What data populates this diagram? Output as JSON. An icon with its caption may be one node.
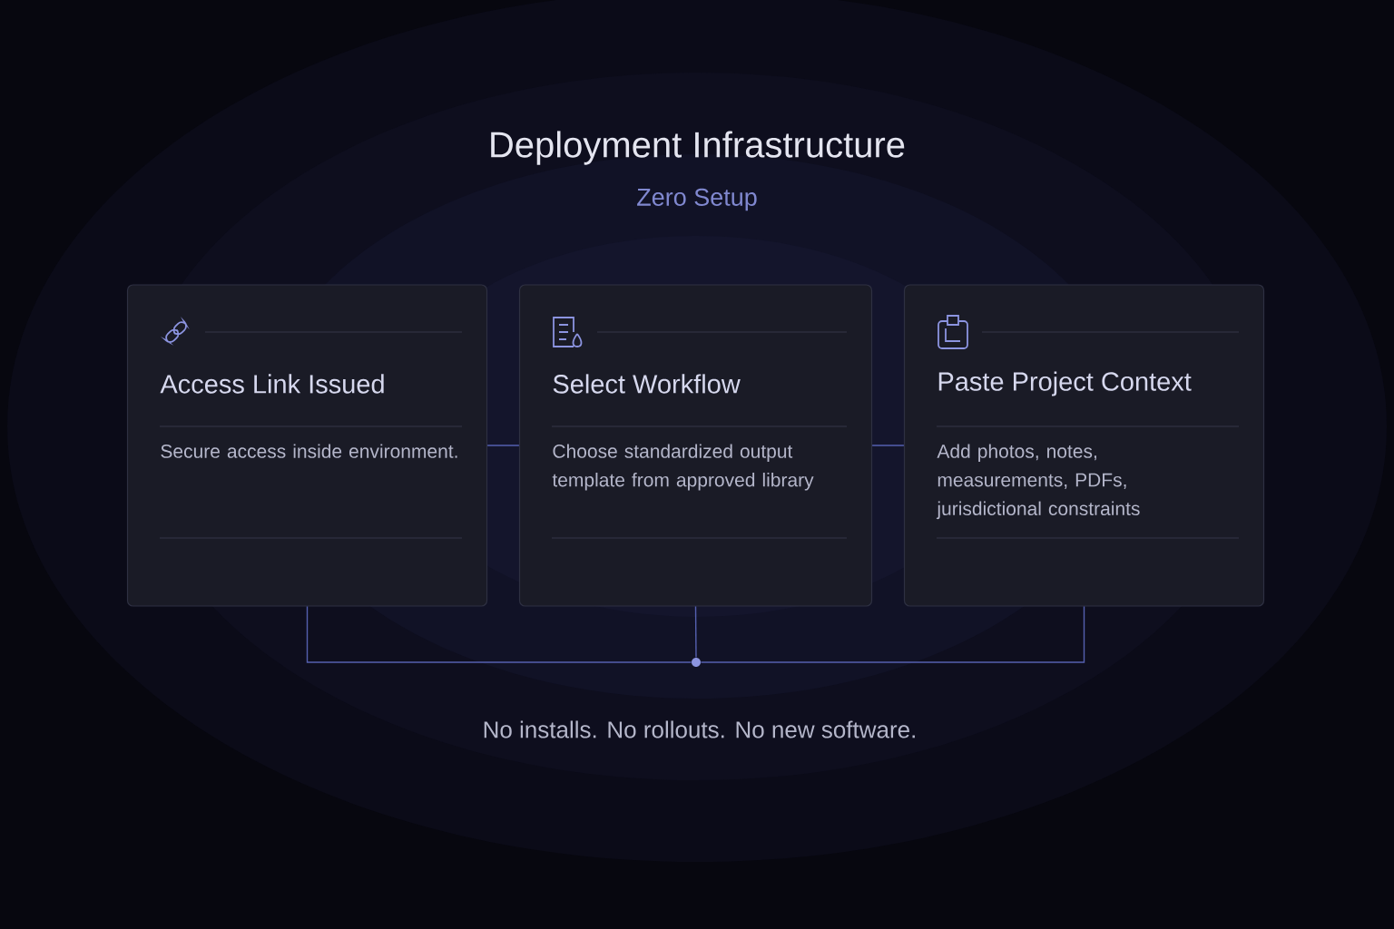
{
  "diagram": {
    "title": "Deployment Infrastructure",
    "nodes": [
      {
        "text": [
          "Access Link Issued",
          "Secure access inside environment."
        ]
      },
      {
        "text": [
          "Select Workflow",
          "Choose standardized output template from approved library"
        ]
      },
      {
        "text": [
          "Paste Project Context",
          "Add photos, notes, measurements, PDFs, jurisdictional constraints"
        ]
      },
      {
        "text": [],
        "shape": "circle"
      }
    ],
    "edges": [
      {
        "from": 0,
        "to": 1,
        "arrow": "none"
      },
      {
        "from": 1,
        "to": 2,
        "arrow": "none"
      },
      {
        "from": 0,
        "to": 3,
        "arrow": "none"
      },
      {
        "from": 1,
        "to": 3,
        "arrow": "none"
      },
      {
        "from": 2,
        "to": 3,
        "arrow": "none"
      }
    ],
    "labels": [
      "Zero Setup",
      "No installs. No rollouts. No new software."
    ]
  }
}
